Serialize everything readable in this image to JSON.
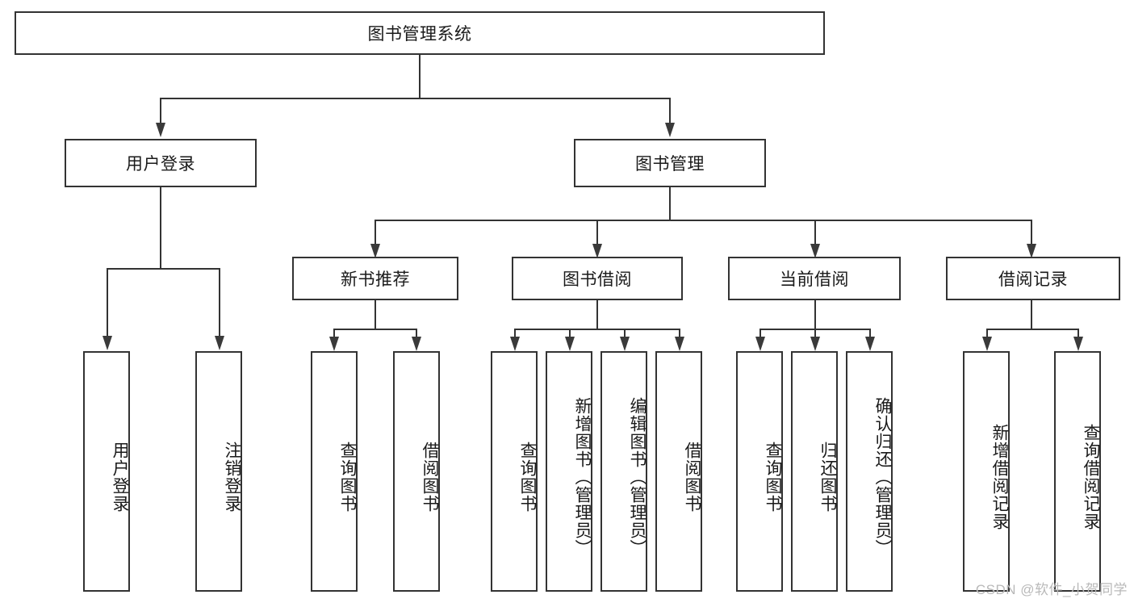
{
  "diagram": {
    "title": "图书管理系统",
    "type": "tree",
    "root": {
      "label": "图书管理系统"
    },
    "level2": [
      {
        "label": "用户登录"
      },
      {
        "label": "图书管理"
      }
    ],
    "level3": [
      {
        "label": "新书推荐"
      },
      {
        "label": "图书借阅"
      },
      {
        "label": "当前借阅"
      },
      {
        "label": "借阅记录"
      }
    ],
    "leaves": {
      "user_login": [
        {
          "label": "用户登录"
        },
        {
          "label": "注销登录"
        }
      ],
      "new_book_recommend": [
        {
          "label": "查询图书"
        },
        {
          "label": "借阅图书"
        }
      ],
      "book_borrow": [
        {
          "label": "查询图书"
        },
        {
          "label": "新增图书（管理员）"
        },
        {
          "label": "编辑图书（管理员）"
        },
        {
          "label": "借阅图书"
        }
      ],
      "current_borrow": [
        {
          "label": "查询图书"
        },
        {
          "label": "归还图书"
        },
        {
          "label": "确认归还（管理员）"
        }
      ],
      "borrow_record": [
        {
          "label": "新增借阅记录"
        },
        {
          "label": "查询借阅记录"
        }
      ]
    }
  },
  "watermark": {
    "text": "CSDN @软件_小贺同学"
  },
  "colors": {
    "border": "#333333",
    "arrow": "#3a3a3a",
    "text": "#1a1a1a",
    "background": "#ffffff",
    "watermark": "#b9b9b9"
  }
}
